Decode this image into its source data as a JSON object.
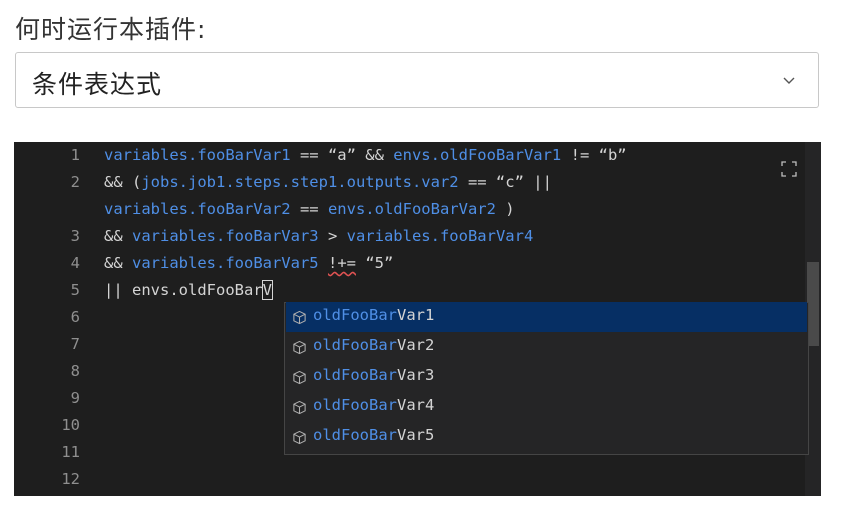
{
  "form": {
    "label": "何时运行本插件:",
    "select_value": "条件表达式"
  },
  "editor": {
    "line_numbers": [
      "1",
      "2",
      "",
      "3",
      "4",
      "5",
      "6",
      "7",
      "8",
      "9",
      "10",
      "11",
      "12"
    ],
    "lines": [
      [
        {
          "t": "variables.fooBarVar1",
          "c": "var"
        },
        {
          "t": " == “a” && ",
          "c": "op"
        },
        {
          "t": "envs.oldFooBarVar1",
          "c": "var"
        },
        {
          "t": " != “b”",
          "c": "op"
        }
      ],
      [
        {
          "t": "&& (",
          "c": "op"
        },
        {
          "t": "jobs.job1.steps.step1.outputs.var2",
          "c": "var"
        },
        {
          "t": " == “c” ||",
          "c": "op"
        }
      ],
      [
        {
          "t": "variables.fooBarVar2",
          "c": "var"
        },
        {
          "t": " == ",
          "c": "op"
        },
        {
          "t": "envs.oldFooBarVar2",
          "c": "var"
        },
        {
          "t": " )",
          "c": "op"
        }
      ],
      [
        {
          "t": "&& ",
          "c": "op"
        },
        {
          "t": "variables.fooBarVar3",
          "c": "var"
        },
        {
          "t": " > ",
          "c": "op"
        },
        {
          "t": "variables.fooBarVar4",
          "c": "var"
        }
      ],
      [
        {
          "t": "&& ",
          "c": "op"
        },
        {
          "t": "variables.fooBarVar5",
          "c": "var"
        },
        {
          "t": " ",
          "c": "op"
        },
        {
          "t": "!+=",
          "c": "op squiggle"
        },
        {
          "t": " “5”",
          "c": "op"
        }
      ],
      [
        {
          "t": "|| envs.oldFooBar",
          "c": "op"
        },
        {
          "t": "V",
          "c": "op cursor-box"
        }
      ]
    ]
  },
  "suggestions": {
    "match_prefix": "oldFooBar",
    "items": [
      "Var1",
      "Var2",
      "Var3",
      "Var4",
      "Var5"
    ],
    "selected_index": 0
  },
  "icons": {
    "chevron": "chevron-down-icon",
    "expand": "expand-icon",
    "suggest_item": "cube-icon"
  },
  "colors": {
    "editor_bg": "#1e1e1e",
    "variable": "#4f8fe6",
    "suggest_selected": "#062f64"
  }
}
